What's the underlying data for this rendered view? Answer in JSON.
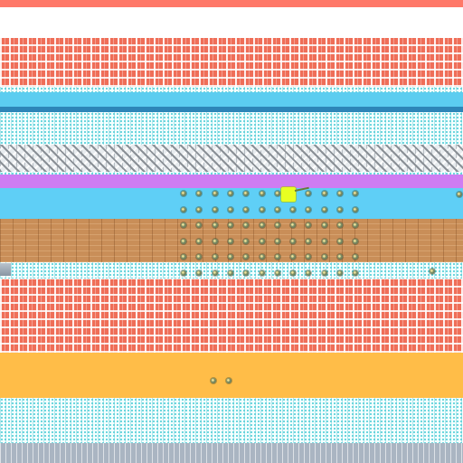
{
  "game": {
    "bands": [
      {
        "name": "top-red",
        "kind": "solid",
        "color": "#ff7868"
      },
      {
        "name": "top-white",
        "kind": "solid",
        "color": "#ffffff"
      },
      {
        "name": "brick-top",
        "kind": "brick",
        "color": "#ef6e58"
      },
      {
        "name": "dots-1",
        "kind": "dots",
        "color": "#f4ffff"
      },
      {
        "name": "water",
        "kind": "solid",
        "color": "#5ccdf0"
      },
      {
        "name": "water-dark",
        "kind": "solid",
        "color": "#2e86b8"
      },
      {
        "name": "dots-2",
        "kind": "dots",
        "color": "#f4ffff"
      },
      {
        "name": "grey-pattern",
        "kind": "grey",
        "color": "#e8ecef"
      },
      {
        "name": "dots-3",
        "kind": "dots",
        "color": "#f4ffff"
      },
      {
        "name": "purple",
        "kind": "solid",
        "color": "#cf7cf2"
      },
      {
        "name": "sky",
        "kind": "solid",
        "color": "#5fcff6"
      },
      {
        "name": "wood",
        "kind": "wood",
        "color": "#c98e58"
      },
      {
        "name": "dots-4",
        "kind": "dots",
        "color": "#f4ffff"
      },
      {
        "name": "brick-bottom",
        "kind": "brick",
        "color": "#ef6e58"
      },
      {
        "name": "orange",
        "kind": "solid",
        "color": "#ffbd48"
      },
      {
        "name": "dots-5",
        "kind": "dots",
        "color": "#f4ffff"
      },
      {
        "name": "bottom-grey",
        "kind": "grey-strip",
        "color": "#aab5c2"
      }
    ],
    "player": {
      "color": "#e8ff22",
      "icon": "player-block-icon"
    },
    "coin_grid": {
      "rows": 6,
      "cols": 12
    },
    "coin_extras": 4,
    "accent_colors": {
      "brick": "#ef6e58",
      "water": "#5ccdf0",
      "purple": "#cf7cf2",
      "orange": "#ffbd48",
      "player": "#e8ff22"
    }
  }
}
